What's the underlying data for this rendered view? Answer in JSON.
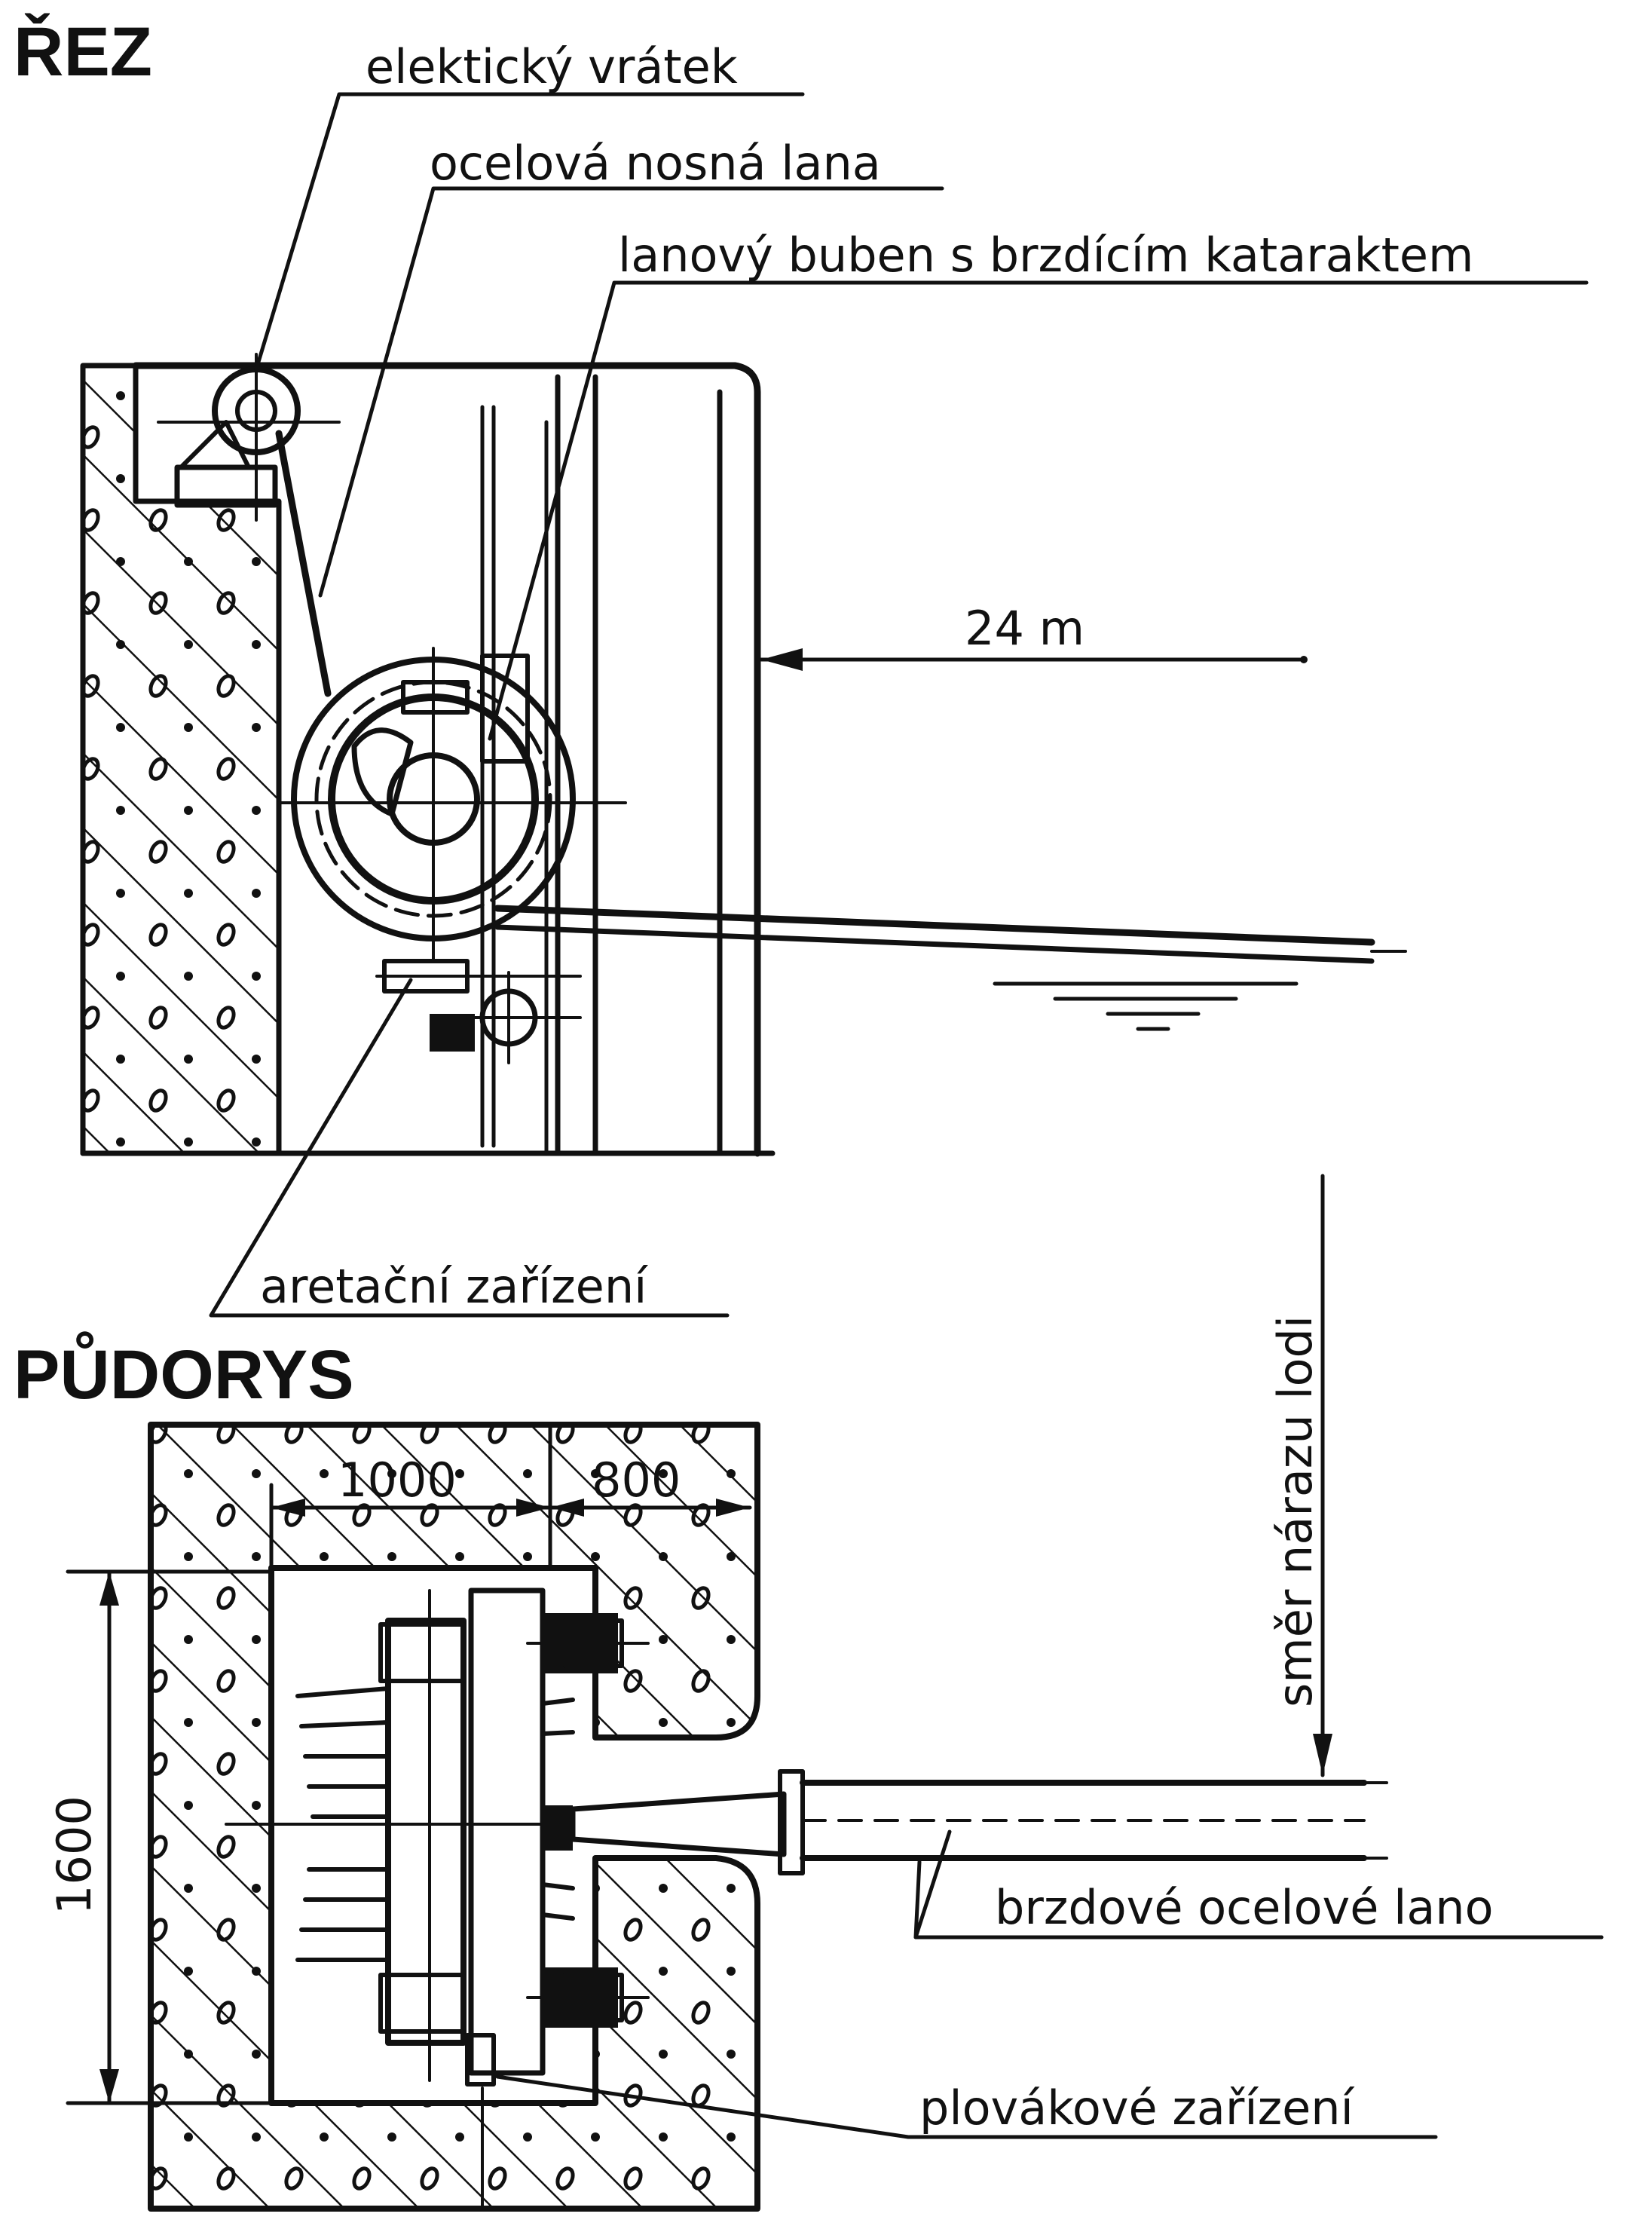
{
  "sections": {
    "cut_title": "ŘEZ",
    "plan_title": "PŮDORYS"
  },
  "labels": {
    "winch": "elektický vrátek",
    "cables": "ocelová nosná lana",
    "drum": "lanový buben s brzdícím kataraktem",
    "distance": "24 m",
    "locking": "aretační zařízení",
    "impact": "směr nárazu lodi",
    "brake_cable": "brzdové ocelové lano",
    "float": "plovákové zařízení"
  },
  "dimensions": {
    "d1000": "1000",
    "d800": "800",
    "d1600": "1600"
  },
  "colors": {
    "ink": "#111111",
    "paper": "#ffffff"
  }
}
